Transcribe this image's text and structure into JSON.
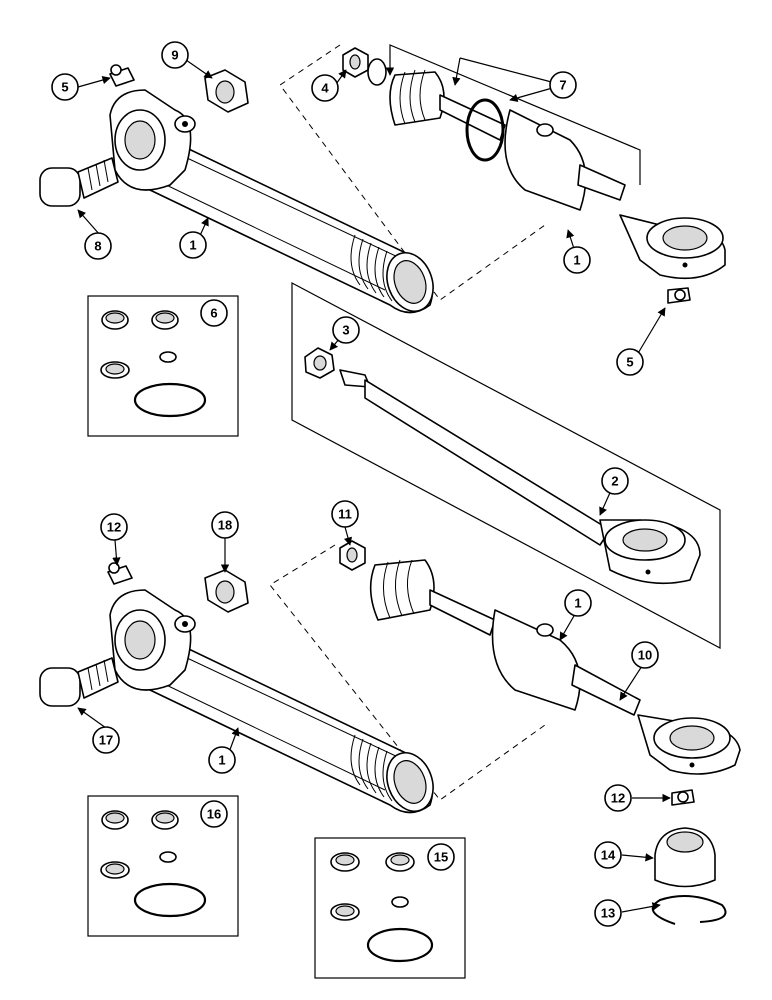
{
  "callouts": [
    {
      "label": "5"
    },
    {
      "label": "9"
    },
    {
      "label": "4"
    },
    {
      "label": "7"
    },
    {
      "label": "8"
    },
    {
      "label": "1"
    },
    {
      "label": "1"
    },
    {
      "label": "6"
    },
    {
      "label": "3"
    },
    {
      "label": "5"
    },
    {
      "label": "2"
    },
    {
      "label": "11"
    },
    {
      "label": "12"
    },
    {
      "label": "18"
    },
    {
      "label": "1"
    },
    {
      "label": "10"
    },
    {
      "label": "17"
    },
    {
      "label": "1"
    },
    {
      "label": "16"
    },
    {
      "label": "15"
    },
    {
      "label": "12"
    },
    {
      "label": "14"
    },
    {
      "label": "13"
    }
  ]
}
